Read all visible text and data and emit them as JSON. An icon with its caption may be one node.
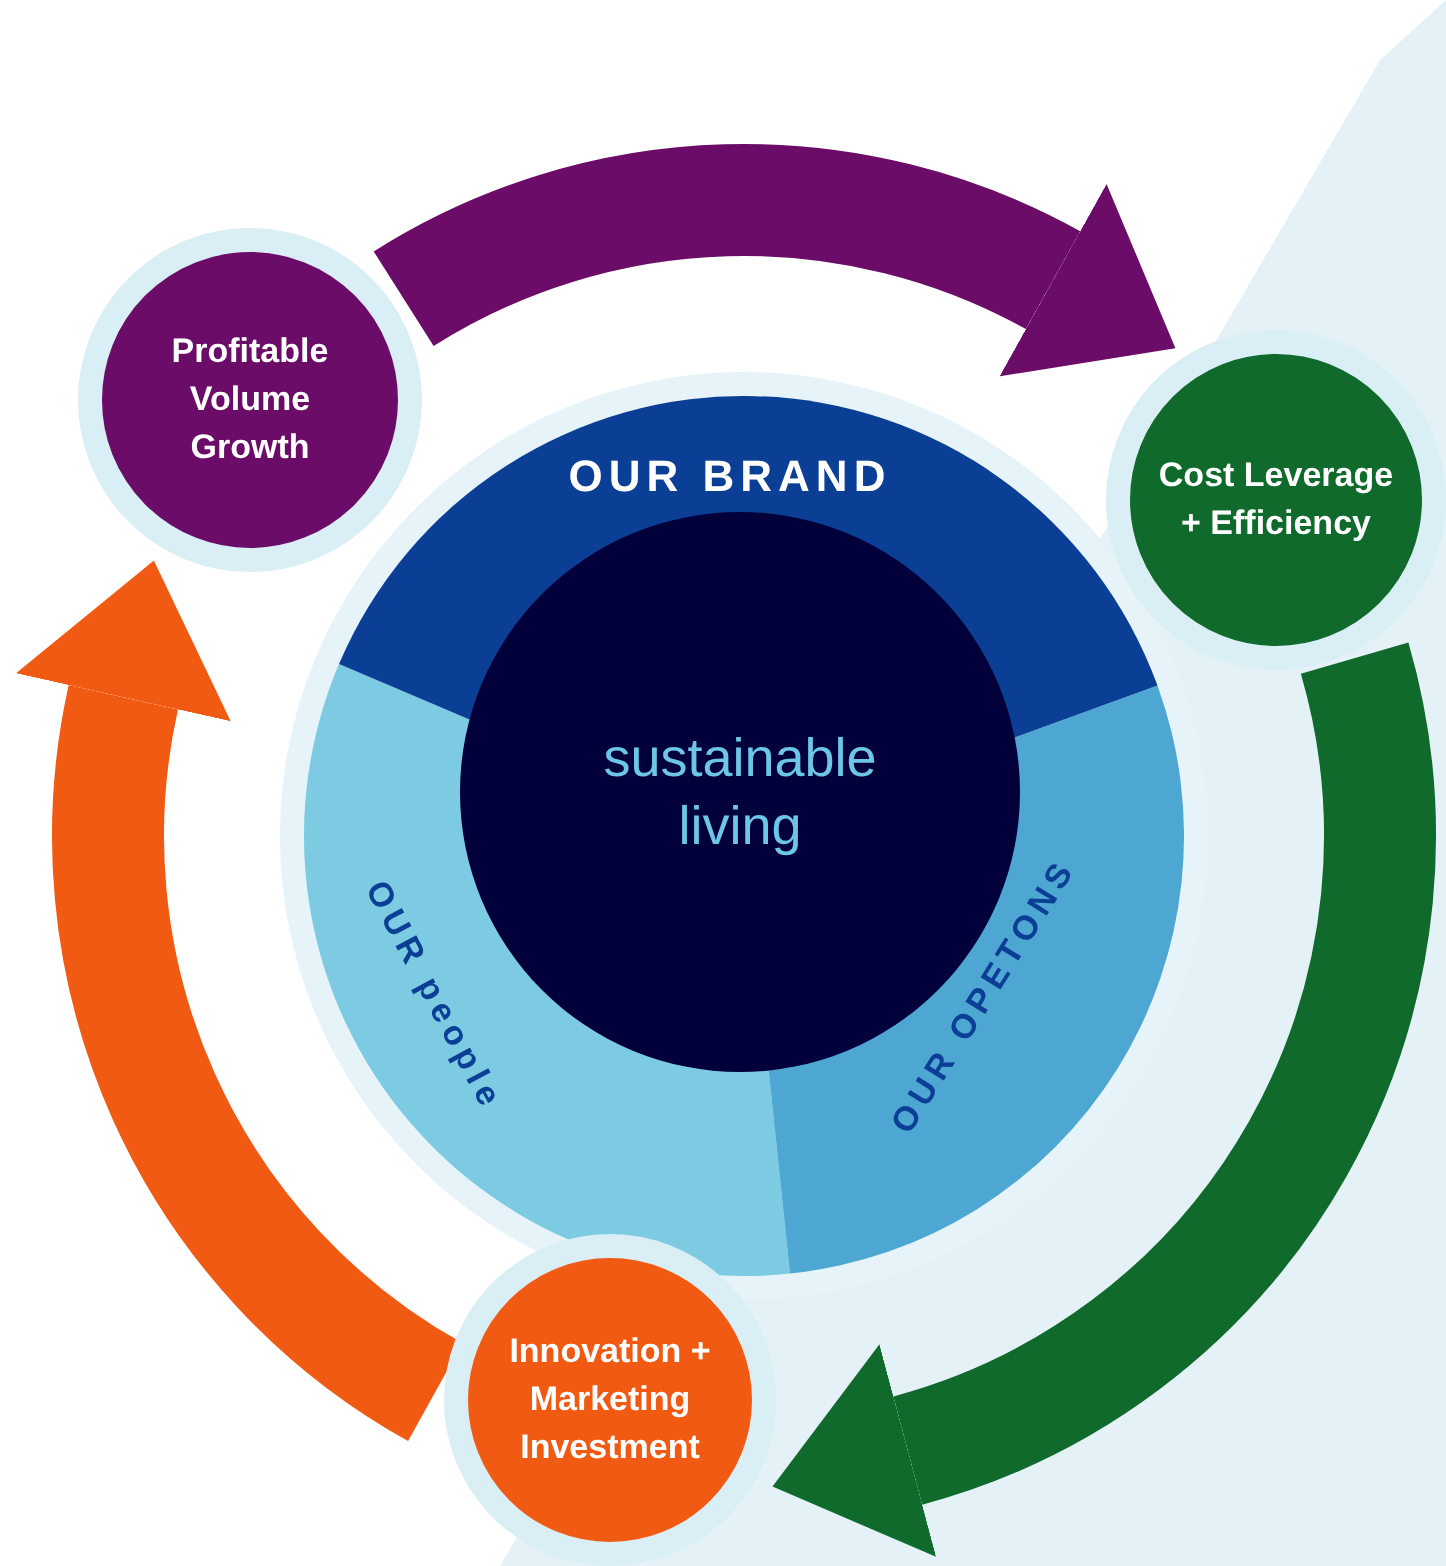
{
  "diagram": {
    "nodes": [
      {
        "text": [
          "Profitable Volume Growth"
        ]
      },
      {
        "text": [
          "Cost Leverage + Efficiency"
        ]
      },
      {
        "text": [
          "Innovation + Marketing Investment"
        ]
      },
      {
        "text": [
          "OUR BRAND"
        ]
      },
      {
        "text": [
          "OUR people"
        ]
      },
      {
        "text": [
          "OUR OPETONS"
        ]
      },
      {
        "text": [
          "sustainable living"
        ]
      }
    ],
    "edges": [
      {
        "from": 0,
        "to": 1,
        "arrow": "to",
        "color": "#6b0d68"
      },
      {
        "from": 1,
        "to": 2,
        "arrow": "to",
        "color": "#0f6a2c"
      },
      {
        "from": 2,
        "to": 0,
        "arrow": "to",
        "color": "#f15a12"
      }
    ]
  }
}
